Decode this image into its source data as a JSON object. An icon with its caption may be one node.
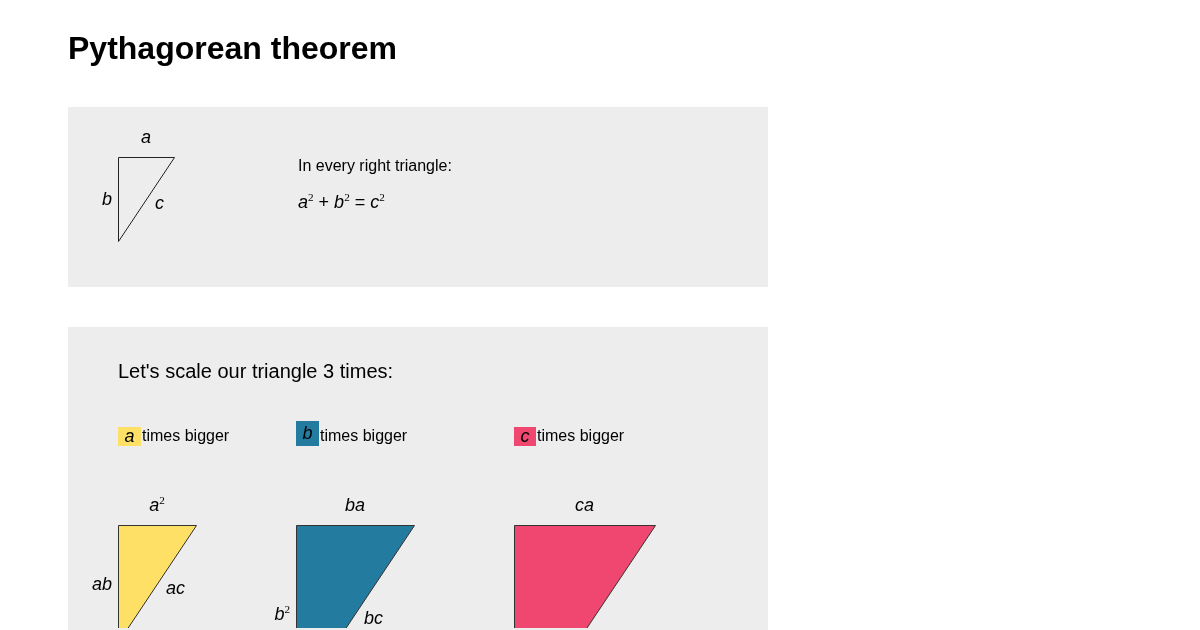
{
  "diagram": {
    "title": "Pythagorean theorem",
    "nodes": [
      {
        "text": [
          "In every right triangle:",
          "*a*$^{2}$ + *b*$^{2}$ = *c*$^{2}$"
        ]
      },
      {
        "text": [],
        "shape": "triangle",
        "in": 0,
        "beside": [
          "a",
          "b",
          "c"
        ]
      },
      {
        "text": [
          "Let's scale our triangle 3 times:"
        ]
      },
      {
        "text": [],
        "shape": "triangle",
        "in": 2,
        "beside": [
          "a$^{2}$",
          "ab",
          "ac"
        ]
      },
      {
        "text": [],
        "shape": "triangle",
        "in": 2,
        "beside": [
          "ba",
          "b$^{2}$",
          "bc"
        ]
      },
      {
        "text": [],
        "shape": "triangle",
        "in": 2,
        "beside": [
          "ca"
        ]
      }
    ],
    "labels": [
      "a",
      "b",
      "c"
    ],
    "legend": [
      {
        "text": "times bigger",
        "color": "#ffe066"
      },
      {
        "text": "times bigger",
        "color": "#247ba0"
      },
      {
        "text": "times bigger",
        "color": "#ef476f"
      }
    ]
  }
}
